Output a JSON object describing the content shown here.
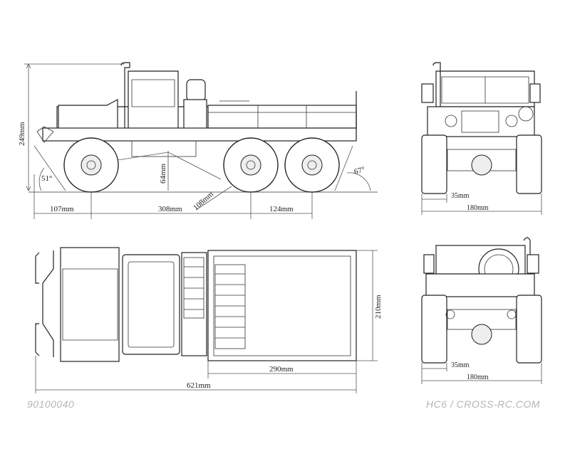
{
  "footer": {
    "part_number": "90100040",
    "brand": "HC6 / CROSS-RC.COM"
  },
  "side_view": {
    "height": "249mm",
    "approach_angle": "51°",
    "departure_angle": "67°",
    "ground_clearance": "64mm",
    "wheel_diameter": "108mm",
    "front_overhang": "107mm",
    "wheelbase": "308mm",
    "rear_axle_spacing": "124mm"
  },
  "top_view": {
    "total_length": "621mm",
    "bed_length": "290mm",
    "bed_width": "210mm"
  },
  "front_view": {
    "wheel_width": "35mm",
    "track_width": "180mm"
  },
  "rear_view": {
    "wheel_width": "35mm",
    "track_width": "180mm"
  }
}
